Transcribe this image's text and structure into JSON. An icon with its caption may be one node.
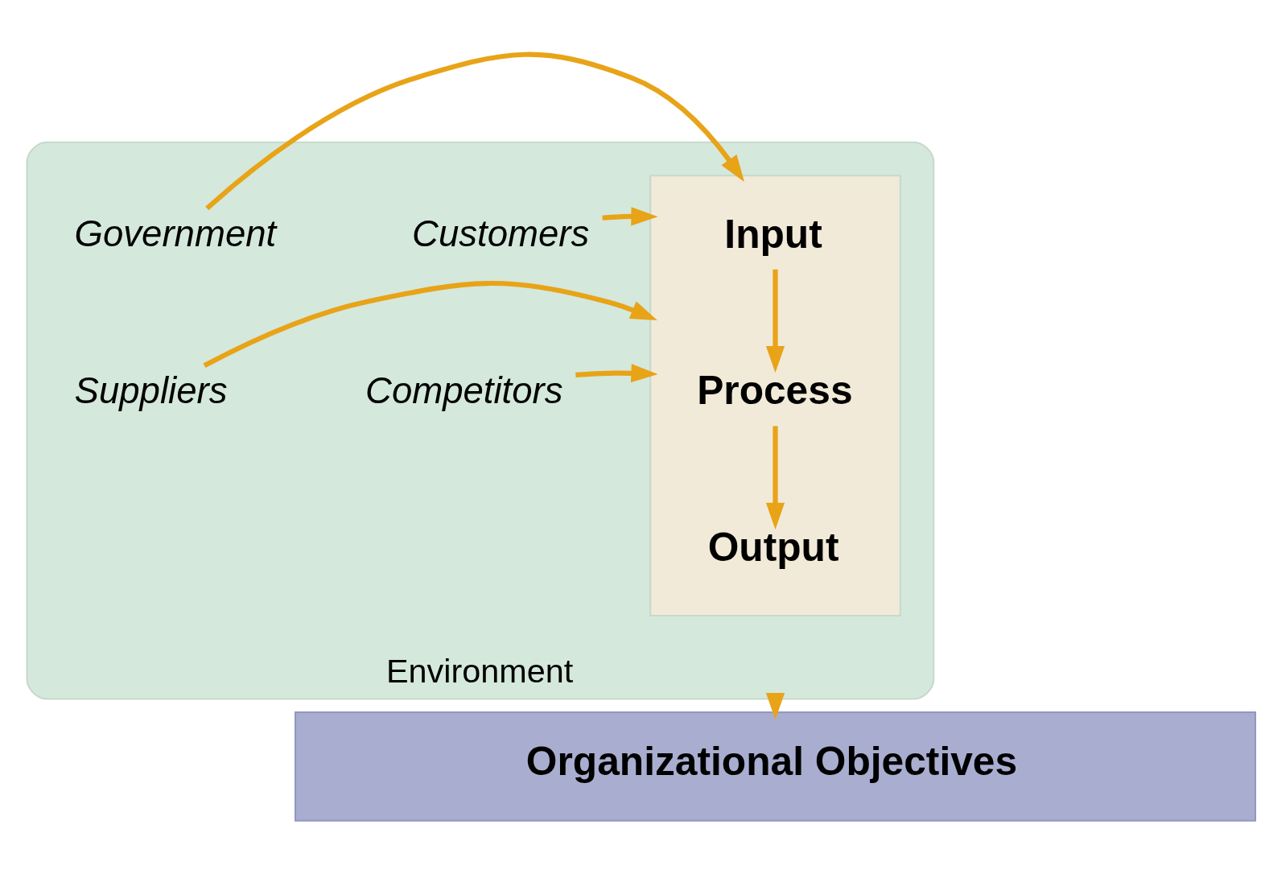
{
  "diagram": {
    "nodes": [
      {
        "text": [
          "Environment"
        ]
      },
      {
        "text": [],
        "shape": "box",
        "in": 0
      },
      {
        "text": [
          "Input"
        ],
        "in": 1
      },
      {
        "text": [
          "Process"
        ],
        "in": 1
      },
      {
        "text": [
          "Output"
        ],
        "in": 1
      },
      {
        "text": [
          "Customers"
        ],
        "in": 0
      },
      {
        "text": [
          "Government"
        ],
        "in": 0
      },
      {
        "text": [
          "Competitors"
        ],
        "in": 0
      },
      {
        "text": [
          "Suppliers"
        ],
        "in": 0
      },
      {
        "text": [
          "Organizational Objectives"
        ]
      }
    ],
    "edges": [
      {
        "from": 2,
        "to": 3,
        "arrow": "to"
      },
      {
        "from": 3,
        "to": 4,
        "arrow": "to"
      },
      {
        "from": 5,
        "to": 1,
        "arrow": "to"
      },
      {
        "from": 6,
        "to": 1,
        "arrow": "to"
      },
      {
        "from": 7,
        "to": 1,
        "arrow": "to"
      },
      {
        "from": 8,
        "to": 1,
        "arrow": "to"
      },
      {
        "from": 0,
        "to": 9,
        "arrow": "to"
      }
    ]
  }
}
